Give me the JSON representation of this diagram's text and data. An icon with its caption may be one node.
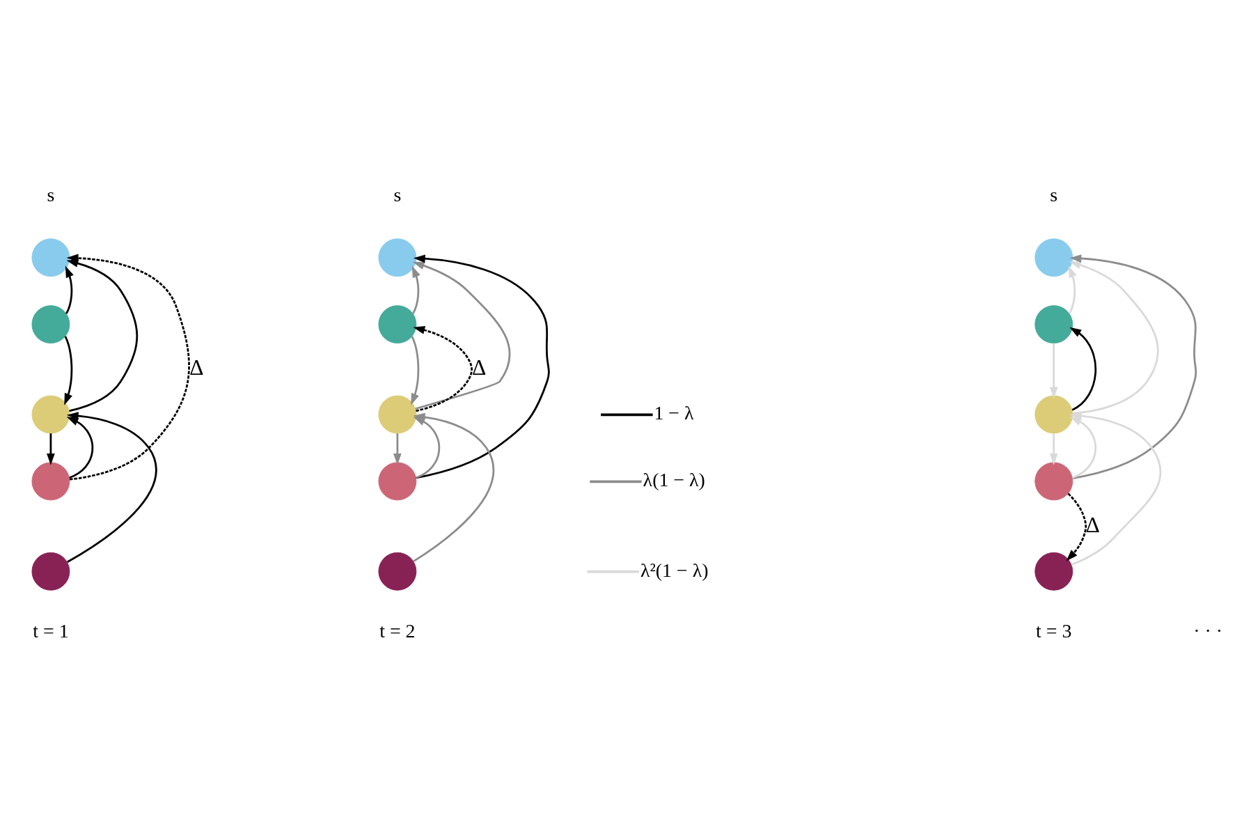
{
  "diagram": {
    "nodes": [
      {
        "text": [],
        "shape": "circle"
      },
      {
        "text": [],
        "shape": "circle"
      },
      {
        "text": [],
        "shape": "circle"
      },
      {
        "text": [],
        "shape": "circle"
      },
      {
        "text": [],
        "shape": "circle"
      },
      {
        "text": [],
        "shape": "circle"
      },
      {
        "text": [],
        "shape": "circle"
      },
      {
        "text": [],
        "shape": "circle"
      },
      {
        "text": [],
        "shape": "circle"
      },
      {
        "text": [],
        "shape": "circle"
      },
      {
        "text": [],
        "shape": "circle"
      },
      {
        "text": [],
        "shape": "circle"
      },
      {
        "text": [],
        "shape": "circle"
      },
      {
        "text": [],
        "shape": "circle"
      },
      {
        "text": [],
        "shape": "circle"
      }
    ],
    "edges": [
      {
        "from": 1,
        "to": 0,
        "arrow": "to"
      },
      {
        "from": 2,
        "to": 0,
        "arrow": "to"
      },
      {
        "from": 3,
        "to": 0,
        "arrow": "to",
        "label": "Δ",
        "style": "dashed"
      },
      {
        "from": 1,
        "to": 2,
        "arrow": "to"
      },
      {
        "from": 2,
        "to": 3,
        "arrow": "to"
      },
      {
        "from": 3,
        "to": 2,
        "arrow": "to"
      },
      {
        "from": 4,
        "to": 2,
        "arrow": "to"
      },
      {
        "from": 6,
        "to": 5,
        "arrow": "to",
        "color": "#8c8c8c"
      },
      {
        "from": 7,
        "to": 5,
        "arrow": "to",
        "color": "#8c8c8c"
      },
      {
        "from": 8,
        "to": 5,
        "arrow": "to"
      },
      {
        "from": 7,
        "to": 6,
        "arrow": "to",
        "label": "Δ",
        "style": "dashed"
      },
      {
        "from": 6,
        "to": 7,
        "arrow": "to",
        "color": "#8c8c8c"
      },
      {
        "from": 7,
        "to": 8,
        "arrow": "to",
        "color": "#8c8c8c"
      },
      {
        "from": 8,
        "to": 7,
        "arrow": "to",
        "color": "#8c8c8c"
      },
      {
        "from": 9,
        "to": 7,
        "arrow": "to",
        "color": "#8c8c8c"
      },
      {
        "from": 11,
        "to": 10,
        "arrow": "to",
        "color": "#d9d9d9"
      },
      {
        "from": 12,
        "to": 10,
        "arrow": "to",
        "color": "#d9d9d9"
      },
      {
        "from": 13,
        "to": 10,
        "arrow": "to",
        "color": "#8c8c8c"
      },
      {
        "from": 11,
        "to": 12,
        "arrow": "to",
        "color": "#d9d9d9"
      },
      {
        "from": 12,
        "to": 11,
        "arrow": "to"
      },
      {
        "from": 12,
        "to": 13,
        "arrow": "to",
        "color": "#d9d9d9"
      },
      {
        "from": 13,
        "to": 12,
        "arrow": "to",
        "color": "#d9d9d9"
      },
      {
        "from": 14,
        "to": 12,
        "arrow": "to",
        "color": "#d9d9d9"
      },
      {
        "from": 13,
        "to": 14,
        "arrow": "to",
        "label": "Δ",
        "style": "dashed"
      }
    ],
    "labels": [
      "s",
      "s",
      "s",
      "t = 1",
      "t = 2",
      "t = 3",
      "· · ·"
    ],
    "legend": [
      {
        "text": "1 − λ"
      },
      {
        "text": "λ(1 − λ)"
      },
      {
        "text": "λ²(1 − λ)"
      }
    ]
  }
}
